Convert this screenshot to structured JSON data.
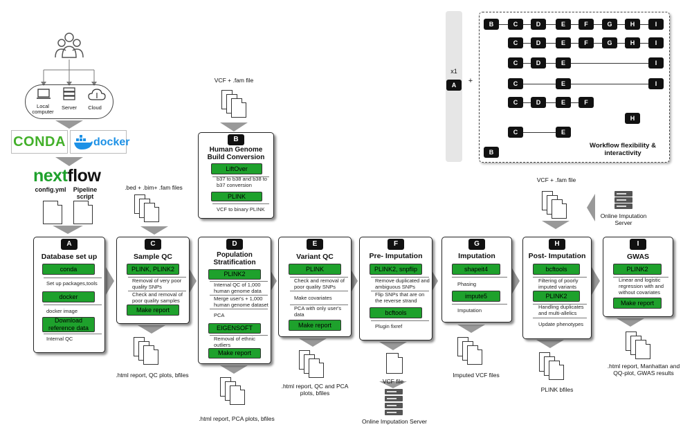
{
  "sources": {
    "local": "Local computer",
    "server": "Server",
    "cloud": "Cloud"
  },
  "logos": {
    "conda": "CONDA",
    "docker": "docker",
    "nextflow_a": "next",
    "nextflow_b": "flow"
  },
  "inputs": {
    "config": "config.yml",
    "pipeline": "Pipeline script",
    "bed_files": ".bed + .bim+ .fam files",
    "vcf_top": "VCF + .fam file",
    "vcf_right": "VCF + .fam file",
    "online_server_top": "Online Imputation Server"
  },
  "cards": {
    "A": {
      "tag": "A",
      "title": "Database set up",
      "b1": "conda",
      "d1": "Set up packages,tools",
      "b2": "docker",
      "d2": "docker image",
      "b3": "Download reference data",
      "d3": "Internal QC"
    },
    "B": {
      "tag": "B",
      "title": "Human Genome Build Conversion",
      "b1": "LiftOver",
      "d1": "b37 to b38 and b38 to b37 conversion",
      "b2": "PLINK",
      "d2": "VCF to binary PLINK"
    },
    "C": {
      "tag": "C",
      "title": "Sample QC",
      "b1": "PLINK, PLINK2",
      "d1": "Removal of very poor quality SNPs",
      "d2": "Check and removal of poor quality samples",
      "b2": "Make report"
    },
    "D": {
      "tag": "D",
      "title": "Population Stratification",
      "b1": "PLINK2",
      "d1": "Internal QC of 1,000 human genome data",
      "d2": "Merge user's + 1,000 human genome dataset",
      "d3": "PCA",
      "b2": "EIGENSOFT",
      "d4": "Removal of ethnic outliers",
      "b3": "Make report"
    },
    "E": {
      "tag": "E",
      "title": "Variant QC",
      "b1": "PLINK",
      "d1": "Check and removal of poor quality SNPs",
      "d2": "Make covariates",
      "d3": "PCA with only user's data",
      "b2": "Make report"
    },
    "F": {
      "tag": "F",
      "title": "Pre- Imputation",
      "b1": "PLINK2, snpflip",
      "d1": "Remove duplicated and ambiguous SNPs",
      "d2": "Flip SNPs that are on the reverse strand",
      "b2": "bcftools",
      "d3": "Plugin fixref"
    },
    "G": {
      "tag": "G",
      "title": "Imputation",
      "b1": "shapeit4",
      "d1": "Phasing",
      "b2": "impute5",
      "d2": "Imputation"
    },
    "H": {
      "tag": "H",
      "title": "Post- Imputation",
      "b1": "bcftools",
      "d1": "Filtering of poorly imputed variants",
      "b2": "PLINK2",
      "d2": "Handling duplicates and multi-allelics",
      "d3": "Update phenotypes"
    },
    "I": {
      "tag": "I",
      "title": "GWAS",
      "b1": "PLINK2",
      "d1": "Linear and logistic regression with and without covariates",
      "b2": "Make report"
    }
  },
  "outputs": {
    "C": ".html report, QC plots, bfiles",
    "D": ".html report, PCA plots, bfiles",
    "E": ".html report, QC and PCA plots, bfiles",
    "F": "VCF file",
    "F_server": "Online Imputation Server",
    "G": "Imputed VCF files",
    "H": "PLINK bfiles",
    "I": ".html report, Manhattan and QQ-plot, GWAS results"
  },
  "flex": {
    "x1": "x1",
    "a": "A",
    "plus": "+",
    "title": "Workflow flexibility & interactivity",
    "b_bottom": "B",
    "row1": [
      "B",
      "C",
      "D",
      "E",
      "F",
      "G",
      "H",
      "I"
    ],
    "row2": [
      "C",
      "D",
      "E",
      "F",
      "G",
      "H",
      "I"
    ],
    "row3": [
      "C",
      "D",
      "E",
      "I"
    ],
    "row4": [
      "C",
      "E",
      "I"
    ],
    "row5": [
      "C",
      "D",
      "E",
      "F"
    ],
    "row6": [
      "H"
    ],
    "row7": [
      "C",
      "E"
    ]
  }
}
